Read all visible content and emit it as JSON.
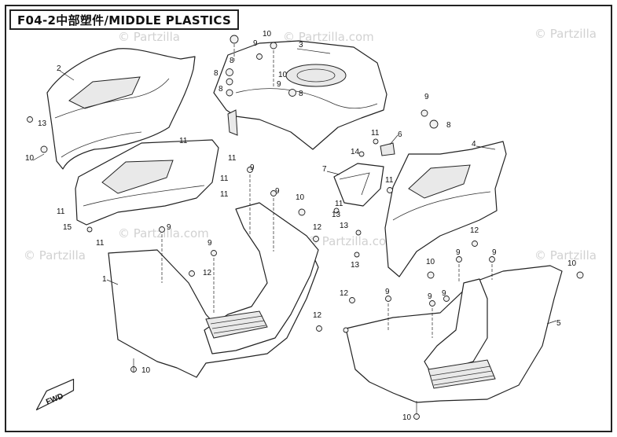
{
  "title": "F04-2中部塑件/MIDDLE PLASTICS",
  "watermark": "© Partzilla.com",
  "watermark_short": "© Partzilla",
  "callouts": {
    "c1": "1",
    "c2": "2",
    "c3": "3",
    "c4": "4",
    "c5": "5",
    "c6": "6",
    "c7": "7",
    "c8a": "8",
    "c8b": "8",
    "c8c": "8",
    "c8d": "8",
    "c8e": "8",
    "c9a": "9",
    "c9b": "9",
    "c9c": "9",
    "c9d": "9",
    "c9e": "9",
    "c9f": "9",
    "c9g": "9",
    "c9h": "9",
    "c9i": "9",
    "c9j": "9",
    "c9k": "9",
    "c9l": "9",
    "c10a": "10",
    "c10b": "10",
    "c10c": "10",
    "c10d": "10",
    "c10e": "10",
    "c10f": "10",
    "c10g": "10",
    "c10h": "10",
    "c11a": "11",
    "c11b": "11",
    "c11c": "11",
    "c11d": "11",
    "c11e": "11",
    "c11f": "11",
    "c11g": "11",
    "c11h": "11",
    "c11i": "11",
    "c12a": "12",
    "c12b": "12",
    "c12c": "12",
    "c12d": "12",
    "c12e": "12",
    "c13a": "13",
    "c13b": "13",
    "c13c": "13",
    "c13d": "13",
    "c14": "14",
    "c15": "15"
  },
  "fwd_label": "FWD"
}
